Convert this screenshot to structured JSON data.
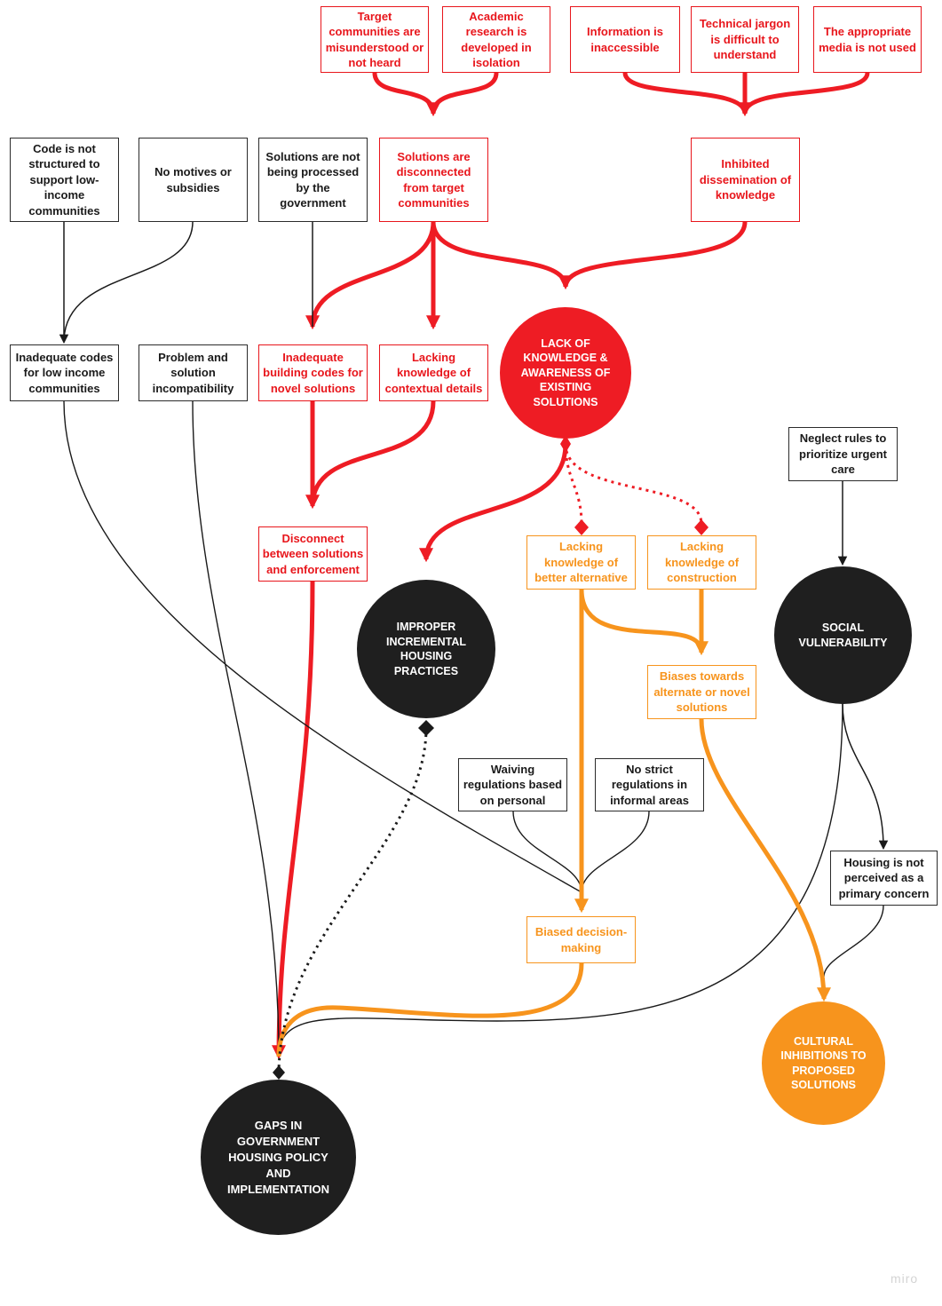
{
  "colors": {
    "red": "#ee1c24",
    "orange": "#f7941d",
    "dark": "#1f1f1f",
    "black_line": "#2b2b2b"
  },
  "nodes": {
    "target_communities": "Target communities are misunderstood or not heard",
    "academic_research": "Academic research is developed in isolation",
    "info_inaccessible": "Information is inaccessible",
    "technical_jargon": "Technical jargon is difficult to understand",
    "media_not_used": "The appropriate media is not used",
    "code_not_structured": "Code is not structured to support low-income communities",
    "no_motives": "No motives or subsidies",
    "not_processed": "Solutions are not being processed by the government",
    "solutions_disconnected": "Solutions are disconnected from target communities",
    "inhibited_dissemination": "Inhibited dissemination of knowledge",
    "inadequate_codes_low_income": "Inadequate codes for low income communities",
    "problem_incompatibility": "Problem and solution incompatibility",
    "inadequate_building_codes": "Inadequate building codes for novel solutions",
    "lacking_contextual": "Lacking knowledge of contextual details",
    "lack_of_knowledge": "LACK OF KNOWLEDGE & AWARENESS OF EXISTING SOLUTIONS",
    "neglect_rules": "Neglect rules to prioritize urgent care",
    "disconnect_enforcement": "Disconnect between solutions and enforcement",
    "lacking_alternative": "Lacking knowledge of better alternative",
    "lacking_construction": "Lacking knowledge of construction",
    "improper_housing": "IMPROPER INCREMENTAL HOUSING PRACTICES",
    "social_vulnerability": "SOCIAL VULNERABILITY",
    "biases_novel": "Biases towards alternate or novel solutions",
    "waiving_regulations": "Waiving regulations based on personal",
    "no_strict_regulations": "No strict regulations in informal areas",
    "housing_not_primary": "Housing is not perceived as a primary concern",
    "biased_decision": "Biased decision-making",
    "cultural_inhibitions": "CULTURAL INHIBITIONS TO PROPOSED SOLUTIONS",
    "gaps_policy": "GAPS IN GOVERNMENT HOUSING POLICY AND IMPLEMENTATION"
  },
  "brand": "miro"
}
